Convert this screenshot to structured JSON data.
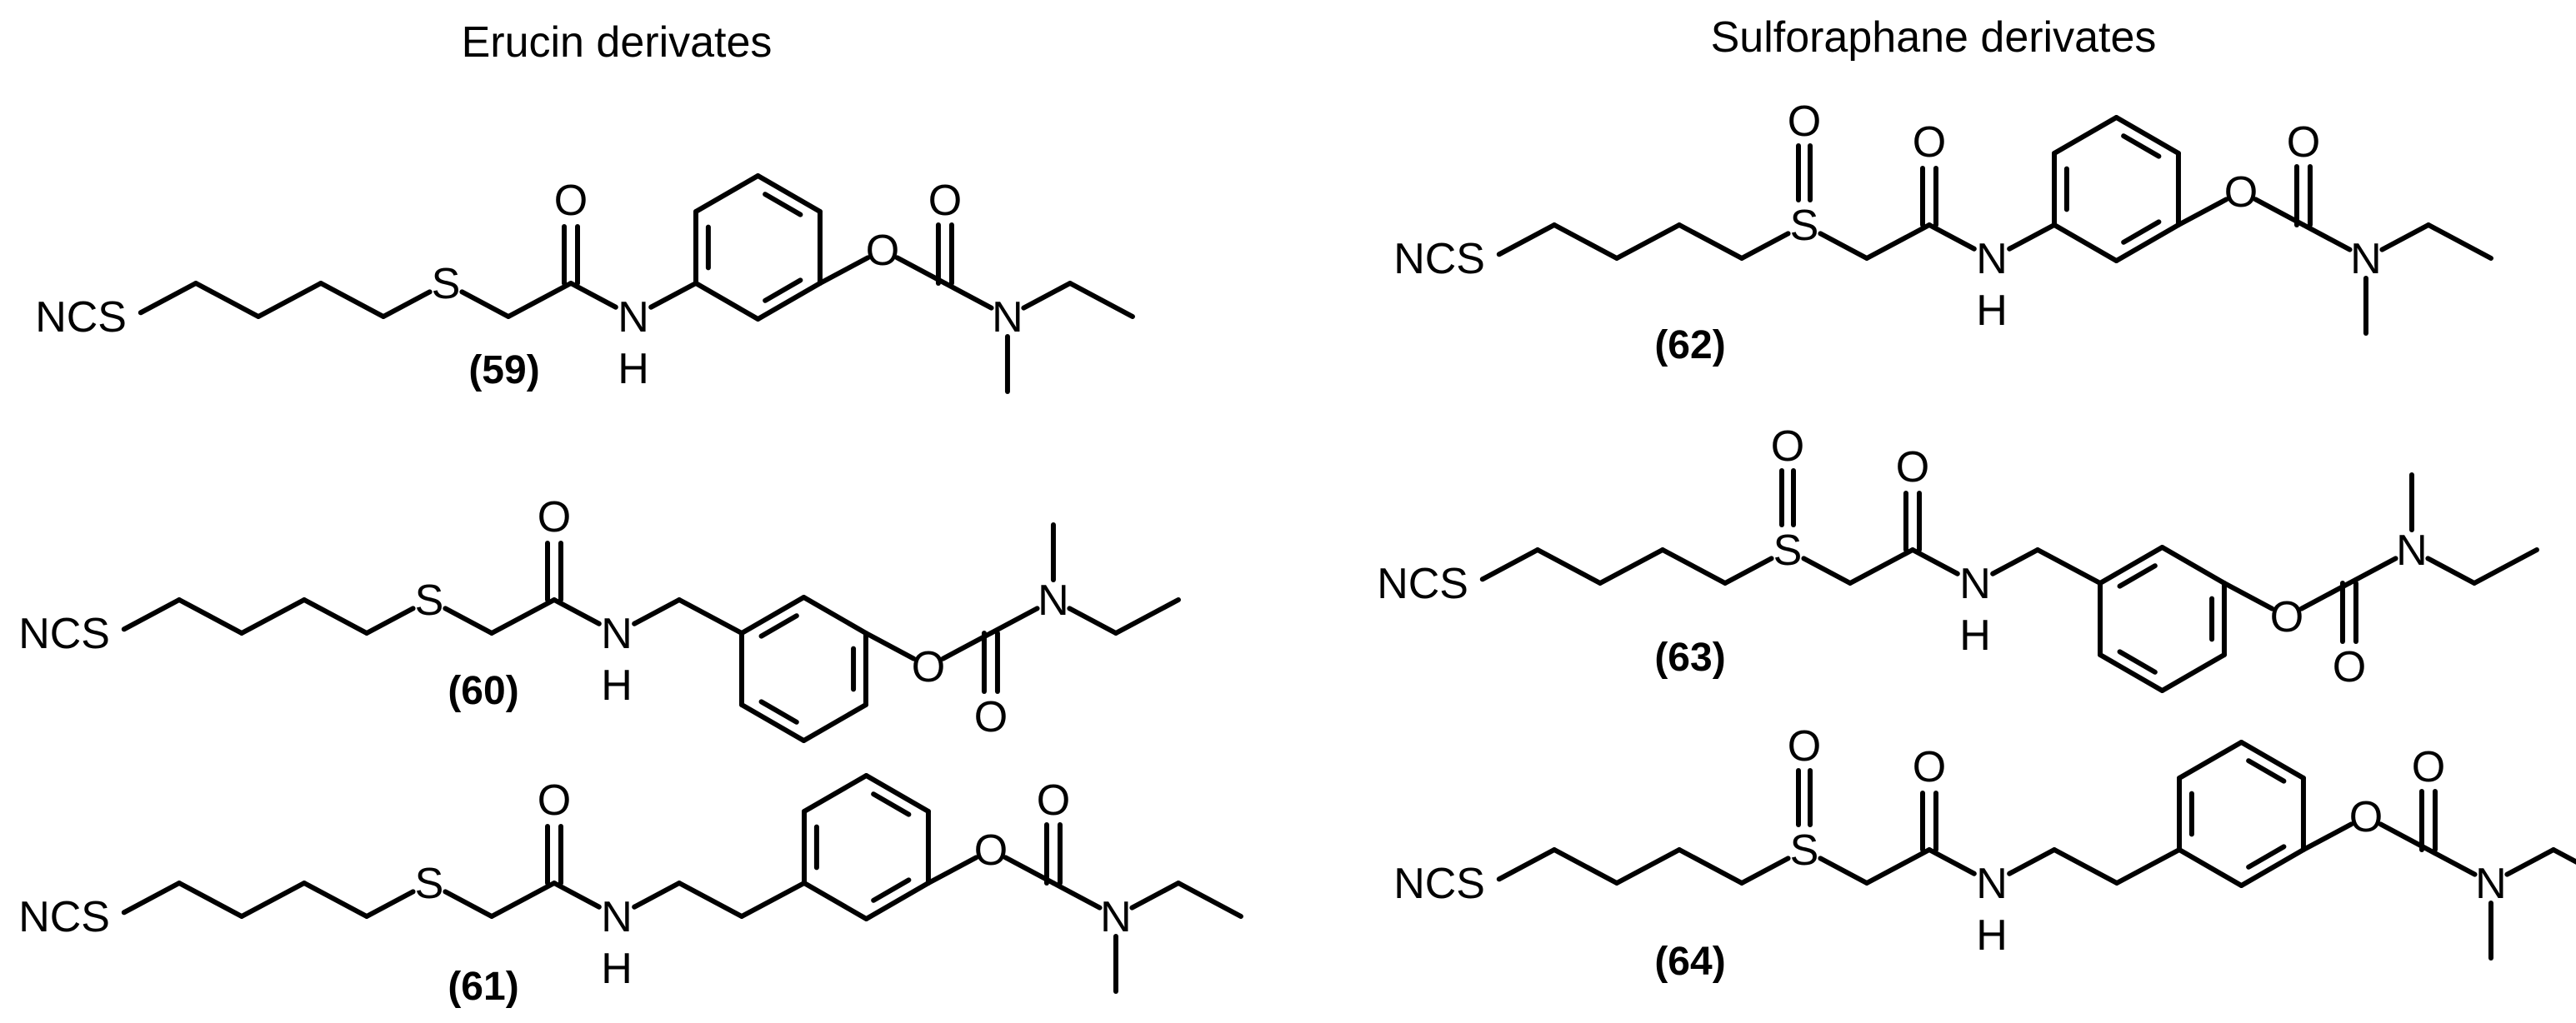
{
  "headings": {
    "left": "Erucin derivates",
    "right": "Sulforaphane derivates"
  },
  "atoms": {
    "ncs": "NCS",
    "s": "S",
    "o": "O",
    "n": "N",
    "h": "H"
  },
  "compounds": [
    {
      "id": "(59)",
      "series": "erucin",
      "linker": "direct",
      "sulfur": "sulfide",
      "carbamate": "down"
    },
    {
      "id": "(60)",
      "series": "erucin",
      "linker": "methylene",
      "sulfur": "sulfide",
      "carbamate": "up"
    },
    {
      "id": "(61)",
      "series": "erucin",
      "linker": "ethylene",
      "sulfur": "sulfide",
      "carbamate": "down"
    },
    {
      "id": "(62)",
      "series": "sulforaphane",
      "linker": "direct",
      "sulfur": "sulfoxide",
      "carbamate": "down"
    },
    {
      "id": "(63)",
      "series": "sulforaphane",
      "linker": "methylene",
      "sulfur": "sulfoxide",
      "carbamate": "up"
    },
    {
      "id": "(64)",
      "series": "sulforaphane",
      "linker": "ethylene",
      "sulfur": "sulfoxide",
      "carbamate": "down"
    }
  ]
}
